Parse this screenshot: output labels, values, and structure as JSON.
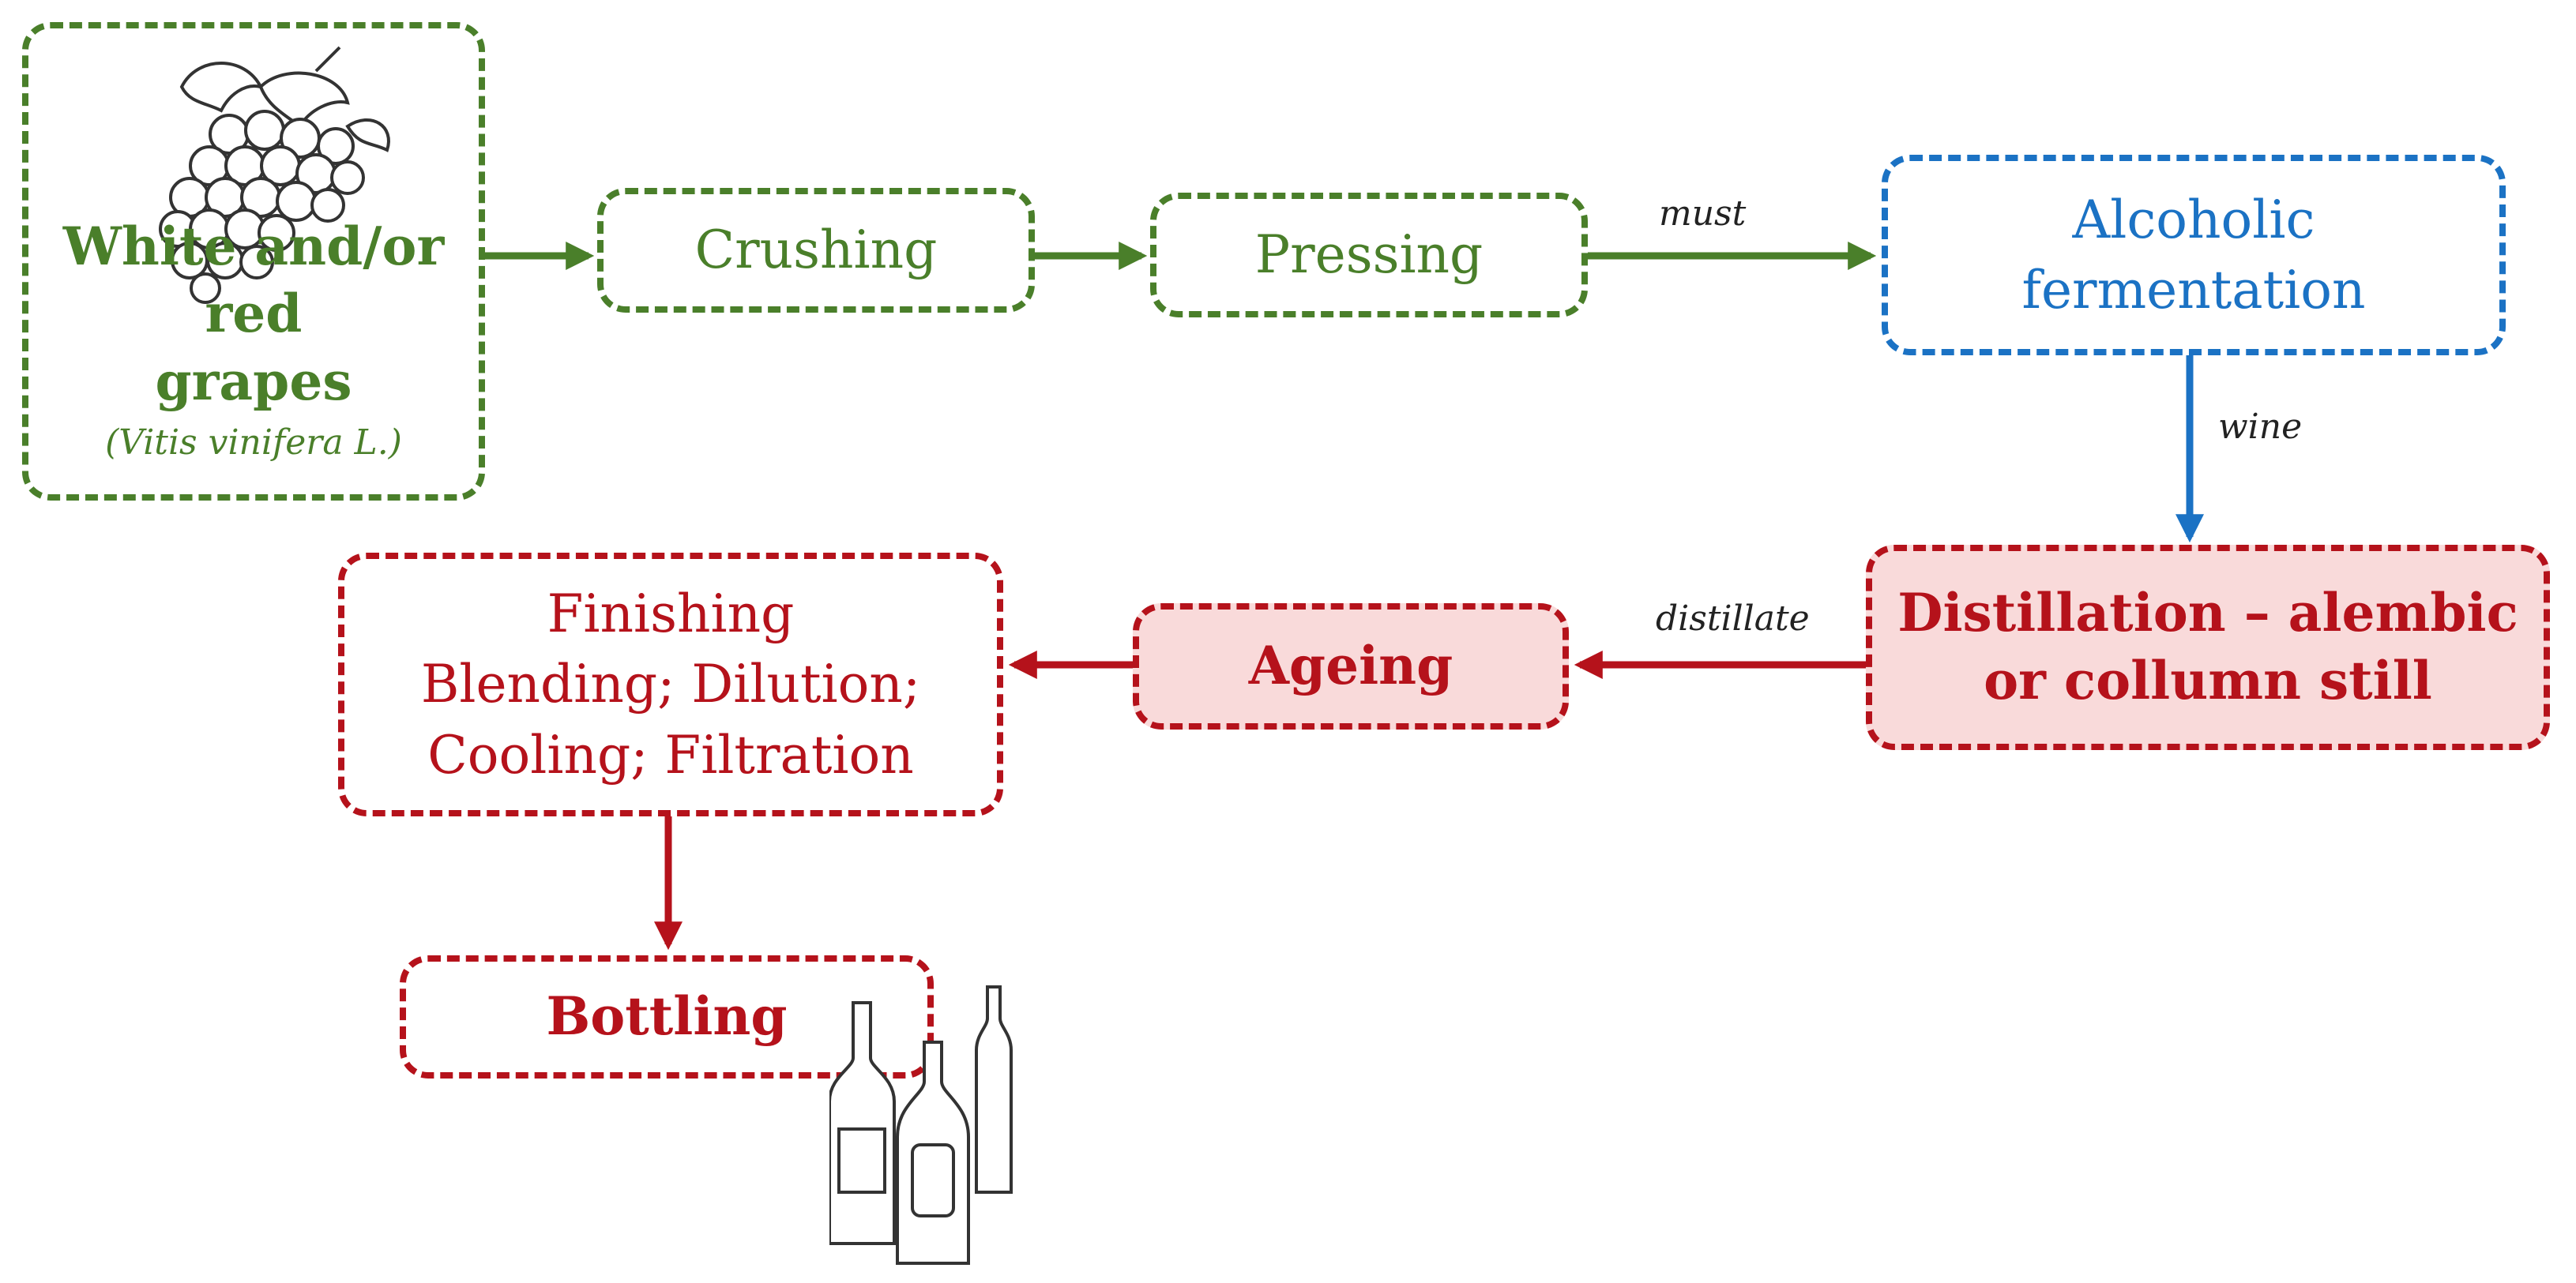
{
  "colors": {
    "green": "#4a7f2a",
    "blue": "#1b72c4",
    "red": "#b5121b",
    "fill": "#f9dada"
  },
  "nodes": {
    "grapes": {
      "title_line1": "White and/or red",
      "title_line2": "grapes",
      "latin": "(Vitis vinifera L.)"
    },
    "crushing": {
      "label": "Crushing"
    },
    "pressing": {
      "label": "Pressing"
    },
    "fermentation": {
      "line1": "Alcoholic",
      "line2": "fermentation"
    },
    "distillation": {
      "line1": "Distillation  – alembic",
      "line2": "or collumn still"
    },
    "ageing": {
      "label": "Ageing"
    },
    "finishing": {
      "line1": "Finishing",
      "line2": "Blending; Dilution;",
      "line3": "Cooling; Filtration"
    },
    "bottling": {
      "label": "Bottling"
    }
  },
  "edge_labels": {
    "must": "must",
    "wine": "wine",
    "distillate": "distillate"
  },
  "icons": [
    "grapes-illustration",
    "bottles-illustration"
  ]
}
